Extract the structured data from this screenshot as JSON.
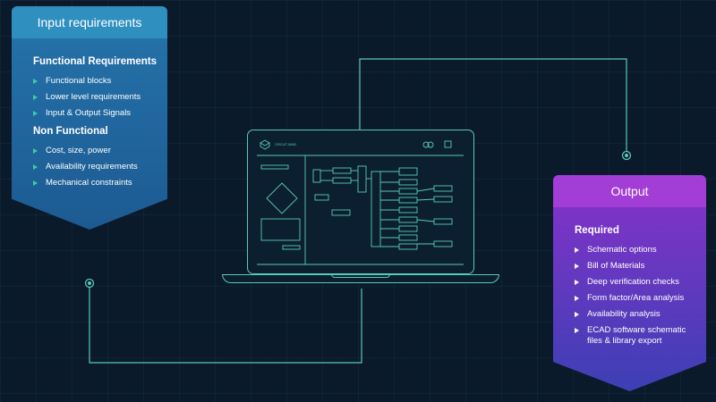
{
  "input_panel": {
    "title": "Input requirements",
    "sections": [
      {
        "title": "Functional Requirements",
        "items": [
          "Functional blocks",
          "Lower level requirements",
          "Input & Output Signals"
        ]
      },
      {
        "title": "Non Functional",
        "items": [
          "Cost, size, power",
          "Availability requirements",
          "Mechanical constraints"
        ]
      }
    ]
  },
  "output_panel": {
    "title": "Output",
    "section_title": "Required",
    "items": [
      "Schematic options",
      "Bill of Materials",
      "Deep verification checks",
      "Form factor/Area analysis",
      "Availability analysis",
      "ECAD software schematic files & library export"
    ]
  },
  "laptop_app": {
    "logo_text": "CIRCUIT MIND"
  },
  "colors": {
    "background": "#0a1a2b",
    "wire": "#58c9b4",
    "input_accent": "#2f8fbf",
    "output_accent": "#a23dd6"
  }
}
